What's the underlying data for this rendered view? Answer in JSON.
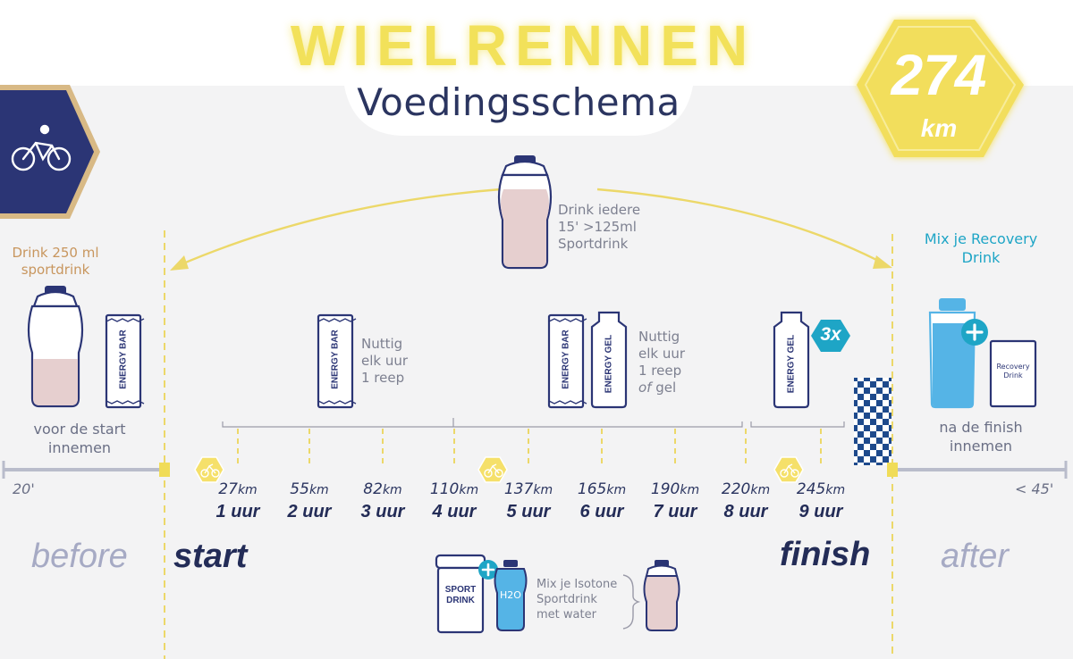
{
  "header": {
    "title": "WIELRENNEN",
    "subtitle": "Voedingsschema"
  },
  "distance": {
    "value": "274",
    "unit": "km"
  },
  "icons": [
    "cyclist-icon",
    "bottle-icon",
    "energy-bar-icon",
    "energy-gel-icon",
    "finish-flag-icon",
    "shaker-icon",
    "powder-tub-icon",
    "water-bottle-icon"
  ],
  "colors": {
    "accent_yellow": "#f2e15a",
    "navy": "#2b3575",
    "teal": "#1ea5c6",
    "bottle_pink": "#e6cfcf",
    "recovery_blue": "#55b4e6"
  },
  "during": {
    "drink_note": [
      "Drink iedere",
      "15' >125ml",
      "Sportdrink"
    ]
  },
  "before": {
    "drink_note": [
      "Drink 250 ml",
      "sportdrink"
    ],
    "bar_label": "ENERGY BAR",
    "take_note": [
      "voor de start",
      "innemen"
    ],
    "time": "20'",
    "label": "before"
  },
  "middle_left": {
    "bar_label": "ENERGY BAR",
    "note": [
      "Nuttig",
      "elk uur",
      "1 reep"
    ]
  },
  "middle_right": {
    "bar_label": "ENERGY BAR",
    "gel_label": "ENERGY GEL",
    "note_lines": [
      "Nuttig",
      "elk uur",
      "1 reep"
    ],
    "note_of": "of",
    "note_gel": "gel"
  },
  "final": {
    "gel_label": "ENERGY GEL",
    "badge": "3x"
  },
  "after": {
    "mix_note": [
      "Mix je Recovery",
      "Drink"
    ],
    "sachet_label": [
      "Recovery",
      "Drink"
    ],
    "take_note": [
      "na de finish",
      "innemen"
    ],
    "time": "< 45'",
    "label": "after"
  },
  "timeline": {
    "start_label": "start",
    "finish_label": "finish",
    "unit": "km",
    "marks": [
      {
        "km": "27",
        "hour": "1 uur"
      },
      {
        "km": "55",
        "hour": "2 uur"
      },
      {
        "km": "82",
        "hour": "3 uur"
      },
      {
        "km": "110",
        "hour": "4 uur"
      },
      {
        "km": "137",
        "hour": "5 uur"
      },
      {
        "km": "165",
        "hour": "6 uur"
      },
      {
        "km": "190",
        "hour": "7 uur"
      },
      {
        "km": "220",
        "hour": "8 uur"
      },
      {
        "km": "245",
        "hour": "9 uur"
      }
    ]
  },
  "mix": {
    "tub_label": [
      "SPORT",
      "DRINK"
    ],
    "water_label": "H2O",
    "note": [
      "Mix je Isotone",
      "Sportdrink",
      "met water"
    ]
  }
}
